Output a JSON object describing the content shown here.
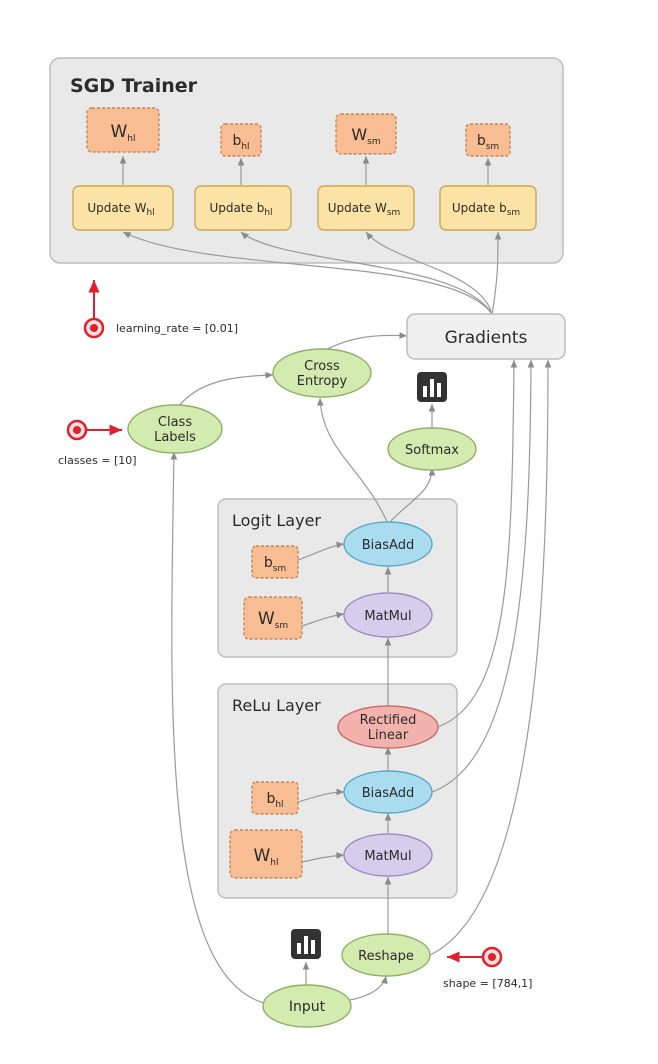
{
  "groups": {
    "sgd": "SGD Trainer",
    "logit": "Logit Layer",
    "relu": "ReLu Layer"
  },
  "nodes": {
    "w_hl_top": {
      "main": "W",
      "sub": "hl"
    },
    "b_hl_top": {
      "main": "b",
      "sub": "hl"
    },
    "w_sm_top": {
      "main": "W",
      "sub": "sm"
    },
    "b_sm_top": {
      "main": "b",
      "sub": "sm"
    },
    "update_w_hl": {
      "main": "Update W",
      "sub": "hl"
    },
    "update_b_hl": {
      "main": "Update b",
      "sub": "hl"
    },
    "update_w_sm": {
      "main": "Update W",
      "sub": "sm"
    },
    "update_b_sm": {
      "main": "Update b",
      "sub": "sm"
    },
    "gradients": "Gradients",
    "cross_entropy": [
      "Cross",
      "Entropy"
    ],
    "class_labels": [
      "Class",
      "Labels"
    ],
    "softmax": "Softmax",
    "biasadd_logit": "BiasAdd",
    "matmul_logit": "MatMul",
    "b_sm_logit": {
      "main": "b",
      "sub": "sm"
    },
    "w_sm_logit": {
      "main": "W",
      "sub": "sm"
    },
    "rectified_linear": [
      "Rectified",
      "Linear"
    ],
    "biasadd_relu": "BiasAdd",
    "matmul_relu": "MatMul",
    "b_hl_relu": {
      "main": "b",
      "sub": "hl"
    },
    "w_hl_relu": {
      "main": "W",
      "sub": "hl"
    },
    "reshape": "Reshape",
    "input": "Input"
  },
  "params": {
    "learning_rate": "learning_rate = [0.01]",
    "classes": "classes = [10]",
    "shape": "shape = [784,1]"
  },
  "icons": {
    "summary": "bar-chart-icon",
    "param": "input-pin-icon"
  },
  "colors": {
    "group_fill": "#e9e9e9",
    "group_stroke": "#bdbdbd",
    "update_fill": "#fbe3a6",
    "update_stroke": "#c9a85a",
    "var_fill": "#f8bd92",
    "var_stroke": "#c88555",
    "green_fill": "#d4ebb0",
    "green_stroke": "#8fb06a",
    "blue_fill": "#a9dcee",
    "blue_stroke": "#5ea8c4",
    "purple_fill": "#d5cdec",
    "purple_stroke": "#9b8fc4",
    "red_fill": "#f2b2ad",
    "red_stroke": "#c7706a",
    "edge": "#9a9a9a",
    "param_red": "#e0202a"
  }
}
